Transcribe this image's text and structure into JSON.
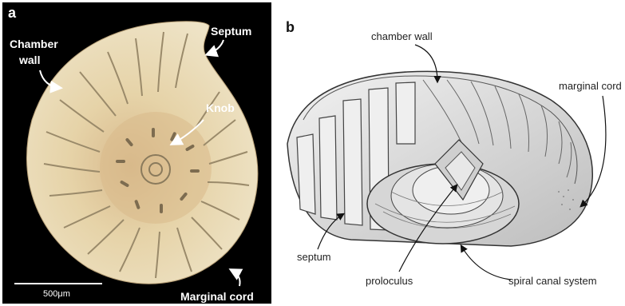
{
  "panel_a": {
    "letter": "a",
    "labels": {
      "septum": "Septum",
      "chamber_wall_line1": "Chamber",
      "chamber_wall_line2": "wall",
      "knob": "Knob",
      "marginal_cord": "Marginal cord"
    },
    "scale_bar": "500μm",
    "colors": {
      "background": "#000000",
      "shell": "#e6d6ae",
      "center": "#d9b98a"
    }
  },
  "panel_b": {
    "letter": "b",
    "labels": {
      "chamber_wall": "chamber wall",
      "marginal_cord": "marginal cord",
      "septum": "septum",
      "proloculus": "proloculus",
      "spiral_canal_system": "spiral canal system"
    },
    "colors": {
      "background": "#ffffff",
      "shell": "#dcdcdc",
      "line": "#333333"
    }
  }
}
